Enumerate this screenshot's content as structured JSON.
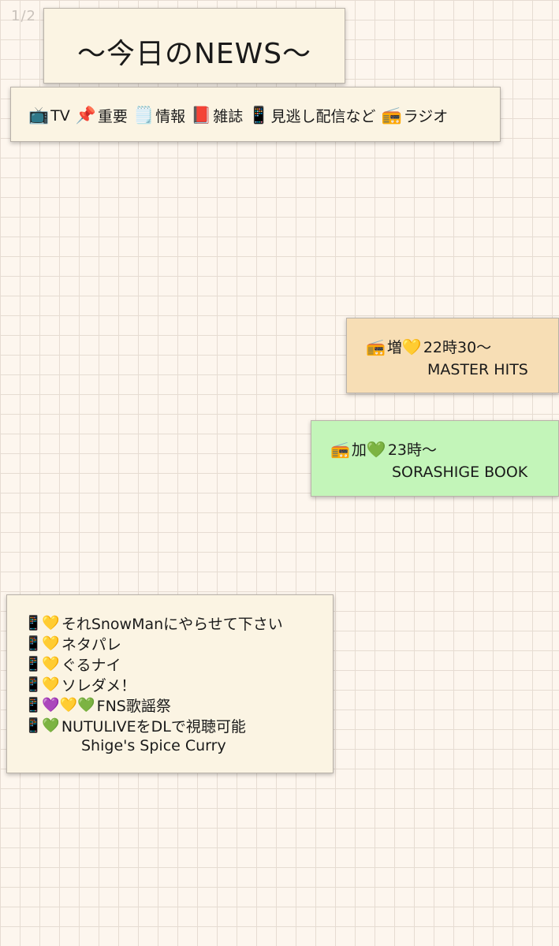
{
  "page_indicator": "1/2",
  "title": "〜今日のNEWS〜",
  "legend": [
    {
      "icon": "📺",
      "icon_name": "tv-icon",
      "label": "TV"
    },
    {
      "icon": "📌",
      "icon_name": "pushpin-icon",
      "label": "重要"
    },
    {
      "icon": "🗒️",
      "icon_name": "notepad-icon",
      "label": "情報"
    },
    {
      "icon": "📕",
      "icon_name": "book-icon",
      "label": "雑誌"
    },
    {
      "icon": "📱",
      "icon_name": "phone-icon",
      "label": "見逃し配信など"
    },
    {
      "icon": "📻",
      "icon_name": "radio-icon",
      "label": "ラジオ"
    }
  ],
  "radio_orange": {
    "icons": [
      "📻",
      "💛"
    ],
    "icon_names": [
      "radio-icon",
      "yellow-heart-icon"
    ],
    "line1_prefix": "増",
    "line1_suffix": "22時30〜",
    "line2": "MASTER HITS",
    "color": "#f7deb5"
  },
  "radio_green": {
    "icons": [
      "📻",
      "💚"
    ],
    "icon_names": [
      "radio-icon",
      "green-heart-icon"
    ],
    "line1_prefix": "加",
    "line1_suffix": "23時〜",
    "line2": "SORASHIGE BOOK",
    "color": "#c3f5b9"
  },
  "streaming_list": {
    "lines": [
      {
        "icons": "📱💛",
        "text": "それSnowManにやらせて下さい"
      },
      {
        "icons": "📱💛",
        "text": "ネタパレ"
      },
      {
        "icons": "📱💛",
        "text": "ぐるナイ"
      },
      {
        "icons": "📱💛",
        "text": "ソレダメ！"
      },
      {
        "icons": "📱💜💛💚",
        "text": "FNS歌謡祭"
      },
      {
        "icons": "📱💚",
        "text": "NUTULIVEをDLで視聴可能"
      }
    ],
    "last_line": "Shige's Spice Curry"
  }
}
